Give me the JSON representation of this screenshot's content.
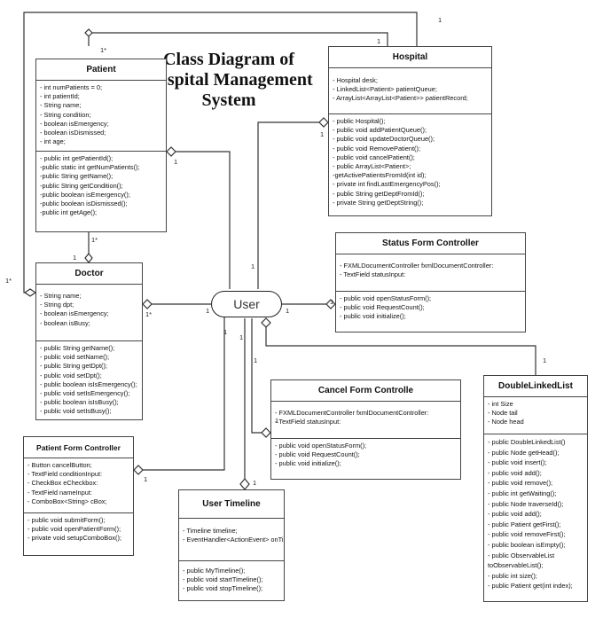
{
  "title": "Class Diagram of Hospital Management System",
  "classes": {
    "patient": {
      "name": "Patient",
      "attributes": [
        "- int numPatients = 0;",
        "- int patientId;",
        "- String name;",
        "- String condition;",
        "- boolean isEmergency;",
        "- boolean isDismissed;",
        "- int age;"
      ],
      "methods": [
        "- public int getPatientId();",
        "-public static int getNumPatients();",
        "-public String getName();",
        "-public String getCondition();",
        "-public boolean isEmergency();",
        "-public boolean isDismissed();",
        "-public int getAge();"
      ]
    },
    "hospital": {
      "name": "Hospital",
      "attributes": [
        "- Hospital desk;",
        "- LinkedList<Patient> patientQueue;",
        "- ArrayList<ArrayList<Patient>> patientRecord;"
      ],
      "methods": [
        "- public Hospital();",
        "- public void addPatientQueue();",
        "- public void updateDoctorQueue();",
        "- public void RemovePatient();",
        "- public void cancelPatient();",
        "- public ArrayList<Patient>;",
        "-getActivePatientsFromId(int id);",
        "- private int findLastEmergencyPos();",
        "- public String getDeptFromId();",
        "- private String getDeptString();"
      ]
    },
    "doctor": {
      "name": "Doctor",
      "attributes": [
        "- String name;",
        "- String dpt;",
        "- boolean isEmergency;",
        "- boolean isBusy;"
      ],
      "methods": [
        "- public String getName();",
        "- public void setName();",
        "- public String getDpt();",
        "- public void setDpt();",
        "- public boolean isIsEmergency();",
        "- public void setIsEmergency();",
        "- public boolean isIsBusy();",
        "- public void setIsBusy();"
      ]
    },
    "status_form": {
      "name": "Status Form Controller",
      "attributes": [
        "- FXMLDocumentController fxmlDocumentController:",
        "- TextField statusInput:"
      ],
      "methods": [
        "- public void openStatusForm();",
        "- public void RequestCount();",
        "- public void initialize();"
      ]
    },
    "cancel_form": {
      "name": "Cancel Form Controlle",
      "attributes": [
        "- FXMLDocumentController fxmlDocumentController:",
        "- TextField statusInput:"
      ],
      "methods": [
        "- public void openStatusForm();",
        "- public void RequestCount();",
        "- public void initialize();"
      ]
    },
    "double_linked_list": {
      "name": "DoubleLinkedList",
      "attributes": [
        "- int Size",
        "-  Node tail",
        "-  Node head"
      ],
      "methods": [
        "- public DoubleLinkedList()",
        "- public Node getHead();",
        "- public void insert();",
        "- public void add();",
        "- public void remove();",
        "- public int getWaiting();",
        "- public Node traverseId();",
        "- public void add();",
        "- public Patient getFirst();",
        "- public void removeFirst();",
        "- public boolean isEmpty();",
        "- public ObservableList",
        "  toObservableList();",
        "- public int size();",
        "- public Patient get(int index);"
      ]
    },
    "patient_form": {
      "name": "Patient Form Controller",
      "attributes": [
        "- Button cancelButton;",
        "- TextField conditionInput:",
        "- CheckBox eCheckbox:",
        "- TextField nameInput:",
        "- ComboBox<String> cBox;"
      ],
      "methods": [
        "- public void submitForm();",
        "- public void openPatientForm();",
        "- private void setupComboBox();"
      ]
    },
    "user_timeline": {
      "name": "User Timeline",
      "attributes": [
        "- Timeline timeline;",
        "- EventHandler<ActionEvent> onTimeElapsed;"
      ],
      "methods": [
        "- public MyTimeline();",
        "- public void startTimeline();",
        "- public void stopTimeline();"
      ]
    }
  },
  "user": {
    "label": "User"
  },
  "multiplicities": {
    "m1": "1",
    "m2": "1*",
    "m3": "1",
    "m4": "1",
    "m5": "1",
    "m6": "1*",
    "m7": "1*",
    "m8": "1",
    "m9": "1",
    "m10": "1*",
    "m11": "1",
    "m12": "1",
    "m13": "1",
    "m14": "1",
    "m15": "1",
    "m16": "1",
    "m17": "1",
    "m18": "1",
    "m19": "1",
    "m20": "1"
  }
}
